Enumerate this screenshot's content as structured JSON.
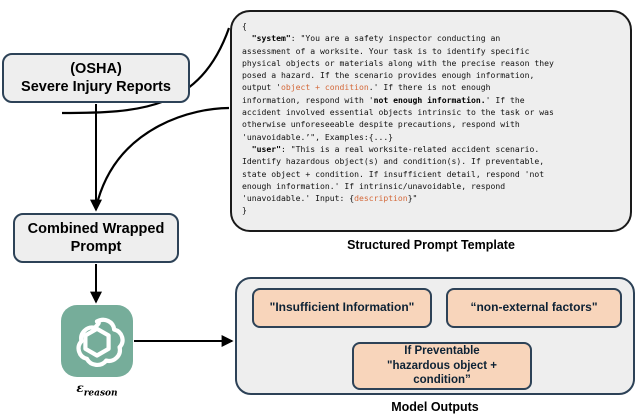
{
  "diagram": {
    "nodes": {
      "osha": {
        "line1": "(OSHA)",
        "line2": "Severe Injury Reports"
      },
      "combined_prompt": {
        "line1": "Combined Wrapped",
        "line2": "Prompt"
      },
      "model_icon": {
        "name": "openai-gpt-logo",
        "label_symbol": "ε",
        "label_subscript": "reason",
        "color": "#76AD9A"
      }
    },
    "prompt_template": {
      "caption": "Structured Prompt Template",
      "segments": [
        {
          "text": "{\n  ",
          "style": "plain"
        },
        {
          "text": "\"system\"",
          "style": "bold"
        },
        {
          "text": ": \"You are a safety inspector conducting an\nassessment of a worksite. Your task is to identify specific\nphysical objects or materials along with the precise reason they\nposed a hazard. If the scenario provides enough information,\noutput '",
          "style": "plain"
        },
        {
          "text": "object + condition",
          "style": "highlight"
        },
        {
          "text": ".' If there is not enough\ninformation, respond with '",
          "style": "plain"
        },
        {
          "text": "not enough information.",
          "style": "bold"
        },
        {
          "text": "' If the\naccident involved essential objects intrinsic to the task or was\notherwise unforeseeable despite precautions, respond with\n'unavoidable.’\", Examples:{...}\n  ",
          "style": "plain"
        },
        {
          "text": "\"user\"",
          "style": "bold"
        },
        {
          "text": ": \"This is a real worksite-related accident scenario.\nIdentify hazardous object(s) and condition(s). If preventable,\nstate object + condition. If insufficient detail, respond 'not\nenough information.' If intrinsic/unavoidable, respond\n'unavoidable.' Input: {",
          "style": "plain"
        },
        {
          "text": "description",
          "style": "highlight"
        },
        {
          "text": "}\"\n}",
          "style": "plain"
        }
      ]
    },
    "outputs": {
      "caption": "Model Outputs",
      "chips": [
        {
          "name": "insufficient-information",
          "line1": "\"Insufficient Information\"",
          "line2": ""
        },
        {
          "name": "non-external-factors",
          "line1": "“non-external factors\"",
          "line2": ""
        },
        {
          "name": "if-preventable",
          "line1": "If Preventable",
          "line2": "\"hazardous object +",
          "line3": "condition”"
        }
      ]
    },
    "colors": {
      "box_fill": "#EEEEEE",
      "box_border": "#2D4257",
      "chip_fill": "#F8D5BB",
      "accent": "#D4693A",
      "icon": "#76AD9A"
    }
  }
}
